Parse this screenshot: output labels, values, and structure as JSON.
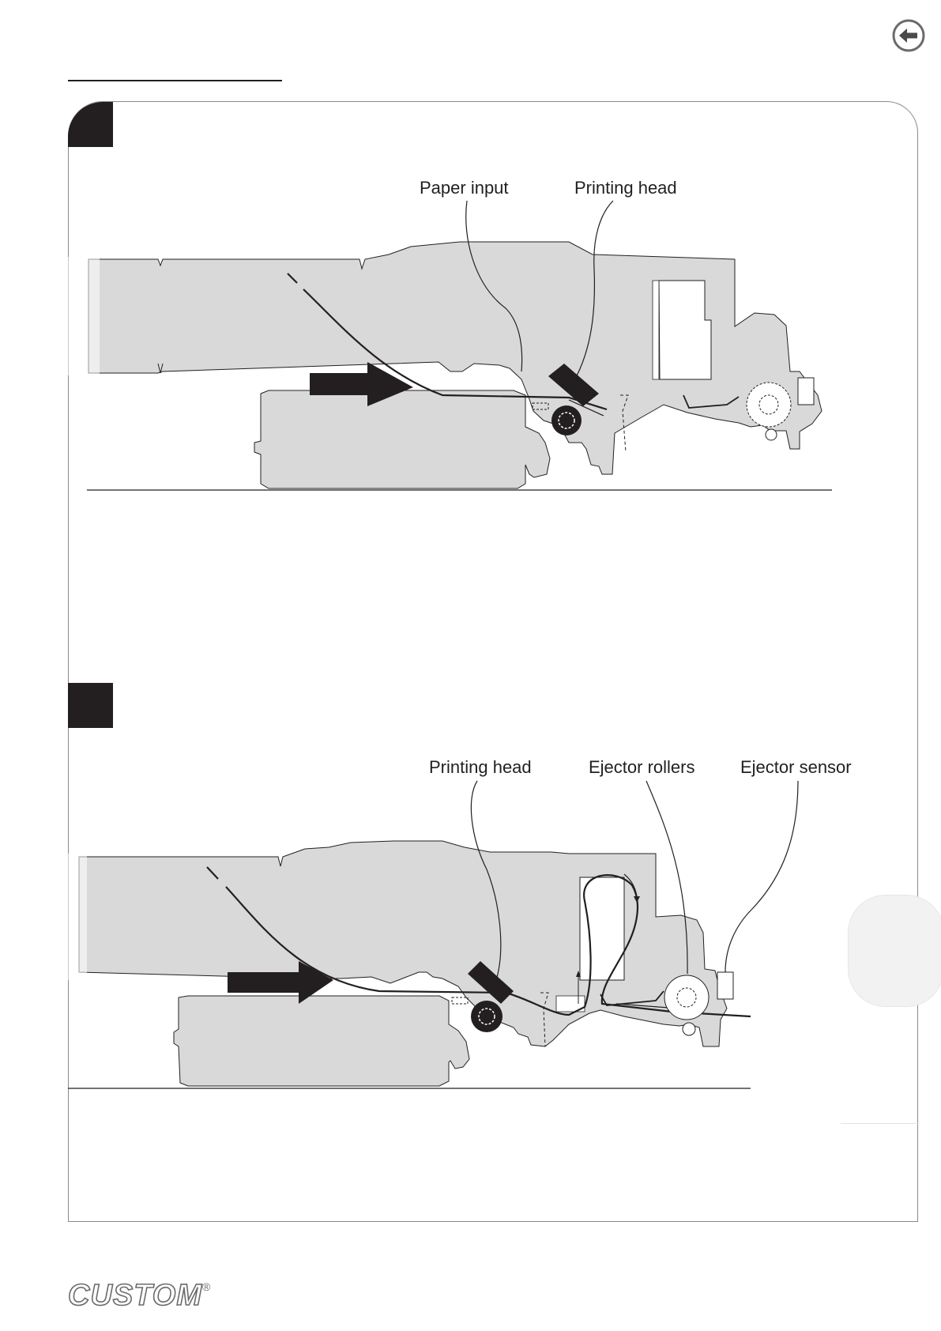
{
  "header": {
    "back_icon": "left-arrow-circle-icon"
  },
  "steps": [
    {
      "labels": {
        "paper_input": "Paper input",
        "printing_head": "Printing head"
      }
    },
    {
      "labels": {
        "printing_head": "Printing head",
        "ejector_rollers": "Ejector rollers",
        "ejector_sensor": "Ejector sensor"
      }
    }
  ],
  "footer": {
    "logo_text": "CUSTOM",
    "logo_mark": "®"
  },
  "colors": {
    "body_fill": "#d9d9d9",
    "ink": "#231f20",
    "frame": "#8a8a8a"
  }
}
